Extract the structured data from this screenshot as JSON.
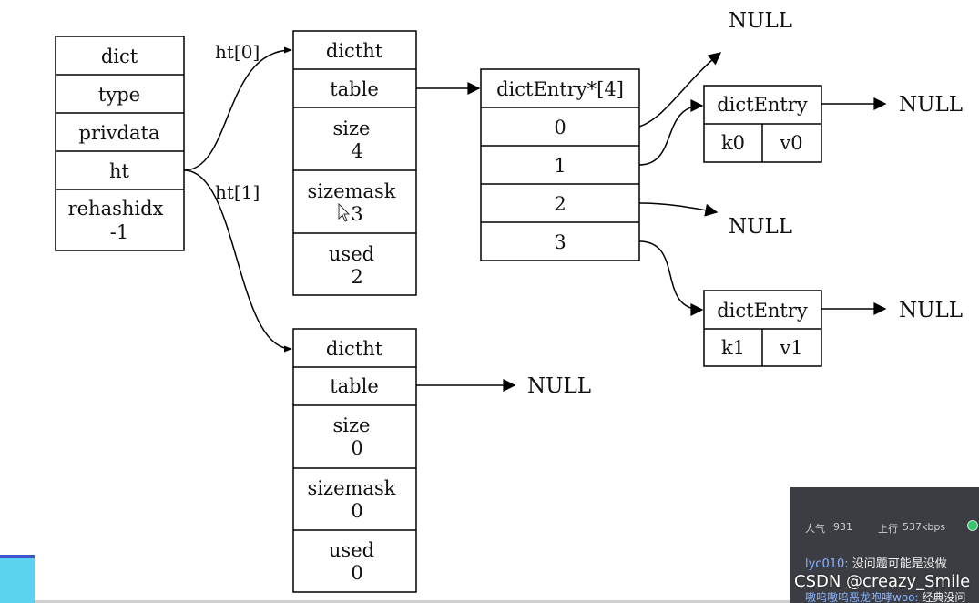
{
  "diagram": {
    "dict": {
      "title": "dict",
      "rows": [
        "type",
        "privdata",
        "ht"
      ],
      "rehash_label": "rehashidx",
      "rehash_value": "-1"
    },
    "edges": {
      "ht0": "ht[0]",
      "ht1": "ht[1]"
    },
    "ht0": {
      "title": "dictht",
      "table": "table",
      "size_label": "size",
      "size_value": "4",
      "sizemask_label": "sizemask",
      "sizemask_value": "3",
      "used_label": "used",
      "used_value": "2"
    },
    "ht1": {
      "title": "dictht",
      "table": "table",
      "size_label": "size",
      "size_value": "0",
      "sizemask_label": "sizemask",
      "sizemask_value": "0",
      "used_label": "used",
      "used_value": "0"
    },
    "array": {
      "title": "dictEntry*[4]",
      "slots": [
        "0",
        "1",
        "2",
        "3"
      ]
    },
    "entry0": {
      "title": "dictEntry",
      "key": "k0",
      "value": "v0"
    },
    "entry1": {
      "title": "dictEntry",
      "key": "k1",
      "value": "v1"
    },
    "null_label": "NULL"
  },
  "overlay": {
    "popularity_label": "人气",
    "popularity_value": "931",
    "upload_label": "上行",
    "upload_value": "537kbps",
    "chat": [
      {
        "user": "lyc010:",
        "text": "没问题可能是没做"
      },
      {
        "user": "嗷呜嗷呜恶龙咆哮woo:",
        "text": "经典没问"
      }
    ],
    "watermark": "CSDN @creazy_Smile",
    "colors": {
      "panel": "#3b3d43",
      "live_dot": "#35c46a",
      "username": "#8ab4ff",
      "tab": "#5ad2f0",
      "tab_border": "#3a55c8"
    }
  }
}
